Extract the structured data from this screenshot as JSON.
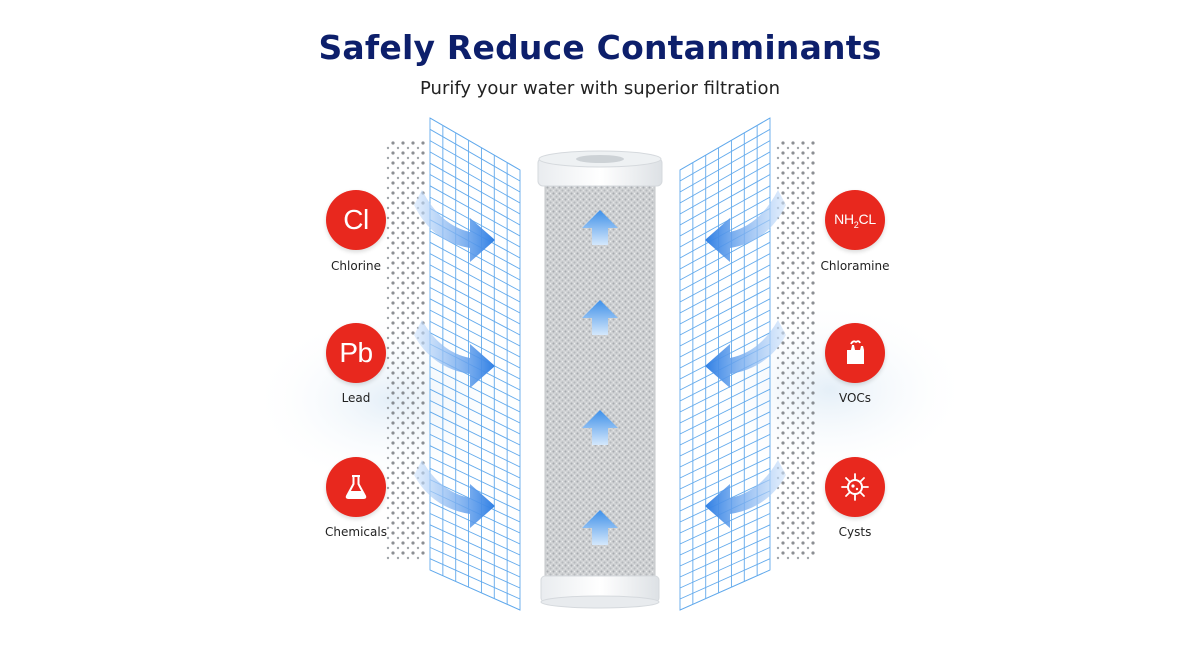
{
  "header": {
    "title": "Safely Reduce Contanminants",
    "subtitle": "Purify your water with superior filtration"
  },
  "colors": {
    "title": "#0d1f6b",
    "subtitle": "#222222",
    "badge": "#e8281e",
    "label": "#222222",
    "mesh": "#2f8ee6",
    "arrow": "#3a86ea"
  },
  "contaminants": {
    "left": [
      {
        "symbol": "Cl",
        "label": "Chlorine",
        "icon": "text-symbol"
      },
      {
        "symbol": "Pb",
        "label": "Lead",
        "icon": "text-symbol"
      },
      {
        "symbol": "",
        "label": "Chemicals",
        "icon": "flask-icon"
      }
    ],
    "right": [
      {
        "symbol": "NH",
        "sub": "2",
        "tail": "CL",
        "label": "Chloramine",
        "icon": "text-symbol"
      },
      {
        "symbol": "",
        "label": "VOCs",
        "icon": "factory-icon"
      },
      {
        "symbol": "",
        "label": "Cysts",
        "icon": "microbe-icon"
      }
    ]
  }
}
